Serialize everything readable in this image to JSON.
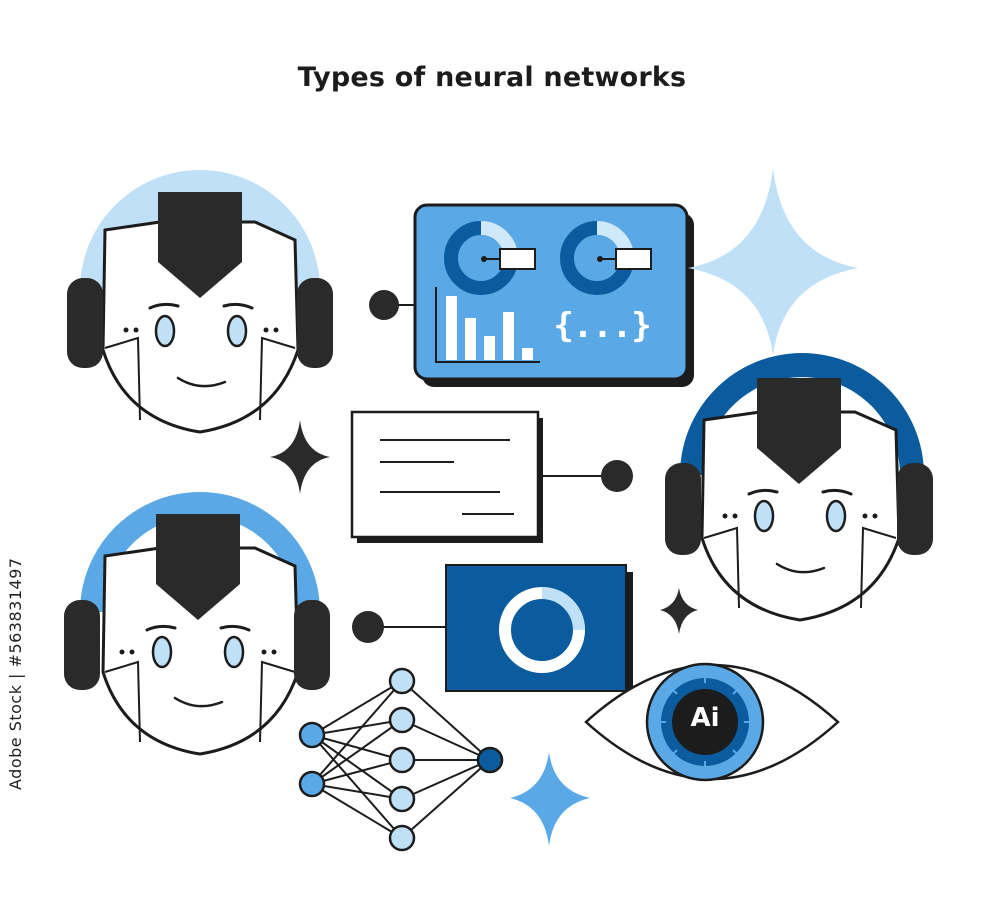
{
  "title": "Types of neural networks",
  "side_text": "Adobe Stock | #563831497",
  "code_symbol": "{...}",
  "eye_label": "Ai",
  "colors": {
    "outline": "#1c1c1c",
    "dark_blue": "#0b5c9e",
    "mid_blue": "#5aa9e6",
    "light_blue": "#bfe0f7",
    "pale_blue": "#cfe9fb",
    "dark_gray": "#2a2a2a"
  },
  "icons": [
    "robot-head-icon",
    "dashboard-panel-icon",
    "text-document-icon",
    "ring-screen-icon",
    "neural-network-icon",
    "ai-eye-icon",
    "sparkle-icon"
  ]
}
